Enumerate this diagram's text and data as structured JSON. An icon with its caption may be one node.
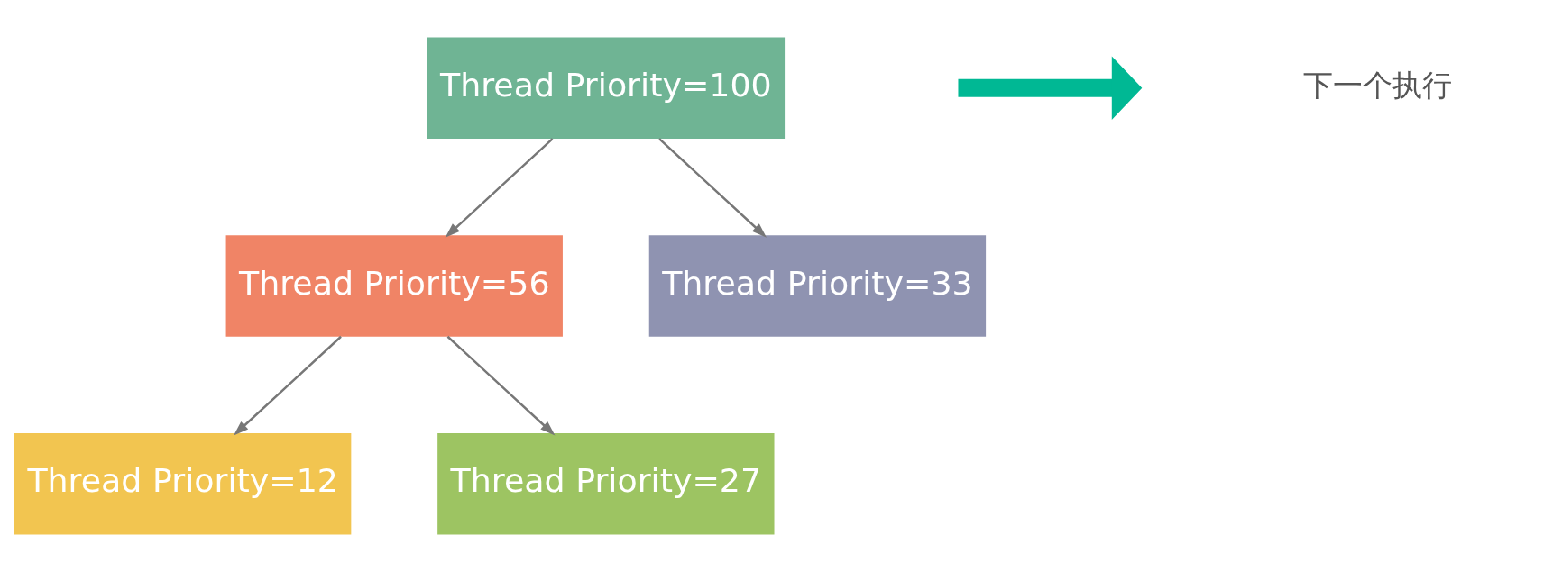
{
  "diagram": {
    "nodes": [
      {
        "text": [
          "Thread Priority=100"
        ]
      },
      {
        "text": [
          "Thread Priority=56"
        ]
      },
      {
        "text": [
          "Thread Priority=33"
        ]
      },
      {
        "text": [
          "Thread Priority=12"
        ]
      },
      {
        "text": [
          "Thread Priority=27"
        ]
      }
    ],
    "edges": [
      {
        "from": 0,
        "to": 1,
        "arrow": "to"
      },
      {
        "from": 0,
        "to": 2,
        "arrow": "to"
      },
      {
        "from": 1,
        "to": 3,
        "arrow": "to"
      },
      {
        "from": 1,
        "to": 4,
        "arrow": "to"
      }
    ],
    "legend": [
      {
        "text": "下一个执行"
      }
    ]
  }
}
